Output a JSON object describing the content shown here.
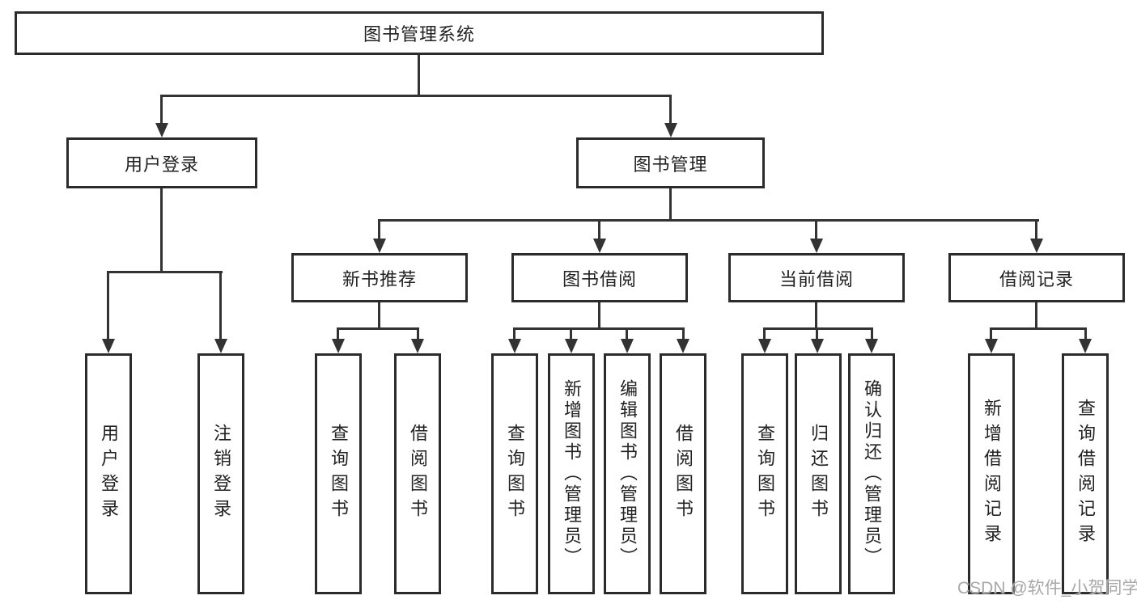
{
  "diagram": {
    "root": {
      "label": "图书管理系统"
    },
    "level2": [
      {
        "label": "用户登录"
      },
      {
        "label": "图书管理"
      }
    ],
    "level3": [
      {
        "label": "新书推荐"
      },
      {
        "label": "图书借阅"
      },
      {
        "label": "当前借阅"
      },
      {
        "label": "借阅记录"
      }
    ],
    "leaves": {
      "login": [
        {
          "label": "用户登录"
        },
        {
          "label": "注销登录"
        }
      ],
      "recommend": [
        {
          "label": "查询图书"
        },
        {
          "label": "借阅图书"
        }
      ],
      "borrow": [
        {
          "label": "查询图书"
        },
        {
          "label": "新增图书（管理员）"
        },
        {
          "label": "编辑图书（管理员）"
        },
        {
          "label": "借阅图书"
        }
      ],
      "current": [
        {
          "label": "查询图书"
        },
        {
          "label": "归还图书"
        },
        {
          "label": "确认归还（管理员）"
        }
      ],
      "records": [
        {
          "label": "新增借阅记录"
        },
        {
          "label": "查询借阅记录"
        }
      ]
    },
    "colors": {
      "line": "#333333",
      "border": "#2b2b2b",
      "text": "#222222",
      "watermark": "#a8a8a8"
    },
    "watermark": "CSDN @软件_小贺同学"
  }
}
